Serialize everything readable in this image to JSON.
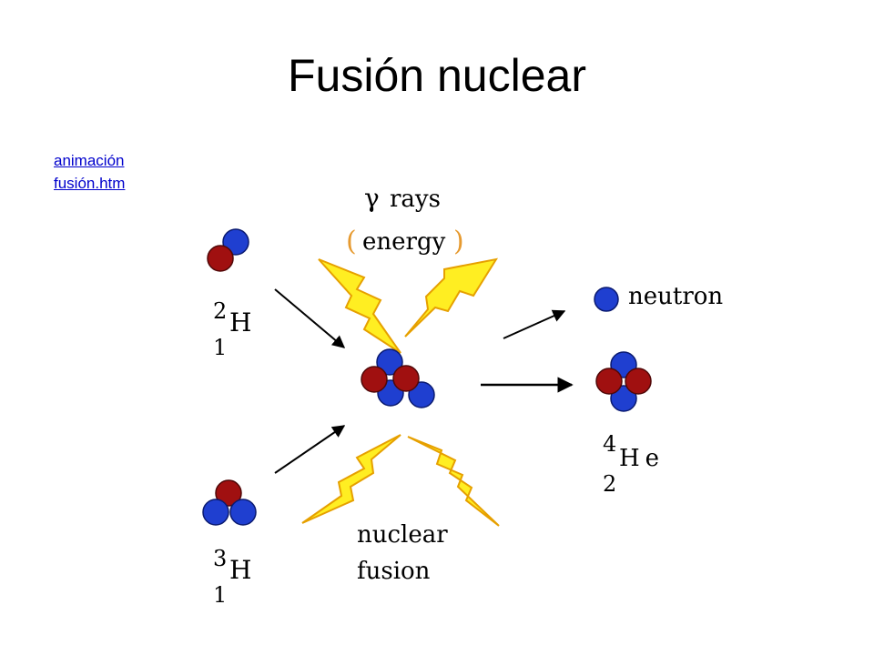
{
  "slide": {
    "title": "Fusión nuclear",
    "link_line1": "animación",
    "link_line2": "fusión.htm"
  },
  "diagram": {
    "gamma_label_symbol": "γ",
    "gamma_label_word": "rays",
    "energy_label": "energy",
    "paren_open": "(",
    "paren_close": ")",
    "fusion_label_line1": "nuclear",
    "fusion_label_line2": "fusion",
    "neutron_label": "neutron",
    "deuterium": {
      "mass": "2",
      "symbol": "H",
      "atomic": "1"
    },
    "tritium": {
      "mass": "3",
      "symbol": "H",
      "atomic": "1"
    },
    "helium": {
      "mass": "4",
      "symbol": "He",
      "atomic": "2"
    },
    "colors": {
      "proton": "#a01010",
      "neutron": "#1f3fd0",
      "bolt_fill": "#ffee22",
      "bolt_stroke": "#e6a000",
      "paren": "#e69a30",
      "link": "#0000cc"
    }
  }
}
